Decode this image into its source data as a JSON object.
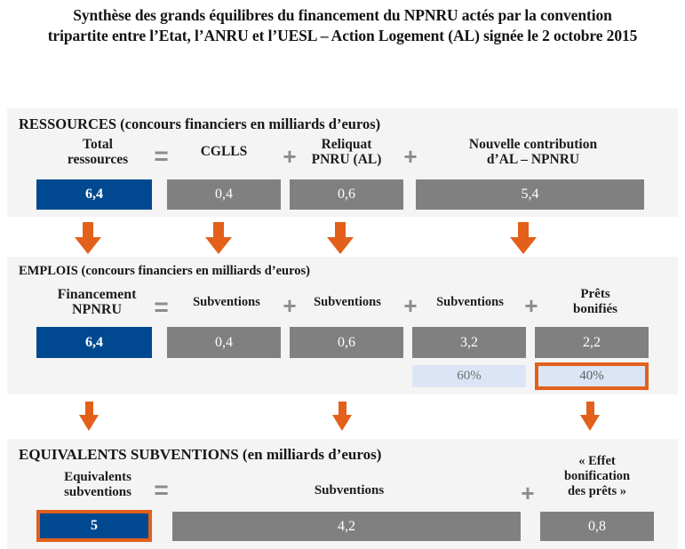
{
  "title": {
    "line1": "Synthèse des grands équilibres du financement du NPNRU actés par la convention",
    "line2": "tripartite entre l’Etat, l’ANRU et l’UESL – Action Logement (AL) signée le 2 octobre 2015"
  },
  "colors": {
    "accent_blue": "#004990",
    "grey_box": "#808080",
    "orange": "#e2601a",
    "light_blue": "#dbe5f5",
    "panel_bg": "#f4f4f4"
  },
  "operators": {
    "equals": "=",
    "plus": "+"
  },
  "sections": {
    "ressources": {
      "heading": "RESSOURCES (concours financiers en milliards d’euros)",
      "columns": [
        {
          "label": "Total\nressources",
          "value": "6,4",
          "style": "blue"
        },
        {
          "label": "CGLLS",
          "value": "0,4",
          "style": "grey"
        },
        {
          "label": "Reliquat\nPNRU (AL)",
          "value": "0,6",
          "style": "grey"
        },
        {
          "label": "Nouvelle contribution\nd’AL – NPNRU",
          "value": "5,4",
          "style": "grey"
        }
      ]
    },
    "emplois": {
      "heading": "EMPLOIS (concours financiers en milliards d’euros)",
      "columns": [
        {
          "label": "Financement\nNPNRU",
          "value": "6,4",
          "style": "blue",
          "percent": ""
        },
        {
          "label": "Subventions",
          "value": "0,4",
          "style": "grey",
          "percent": ""
        },
        {
          "label": "Subventions",
          "value": "0,6",
          "style": "grey",
          "percent": ""
        },
        {
          "label": "Subventions",
          "value": "3,2",
          "style": "grey",
          "percent": "60%"
        },
        {
          "label": "Prêts\nbonifiés",
          "value": "2,2",
          "style": "grey",
          "percent": "40%"
        }
      ]
    },
    "equivalents": {
      "heading": "EQUIVALENTS SUBVENTIONS (en milliards d’euros)",
      "columns": [
        {
          "label": "Equivalents\nsubventions",
          "value": "5",
          "style": "blue"
        },
        {
          "label": "Subventions",
          "value": "4,2",
          "style": "grey"
        },
        {
          "label": "« Effet\nbonification\ndes prêts »",
          "value": "0,8",
          "style": "grey"
        }
      ]
    }
  }
}
